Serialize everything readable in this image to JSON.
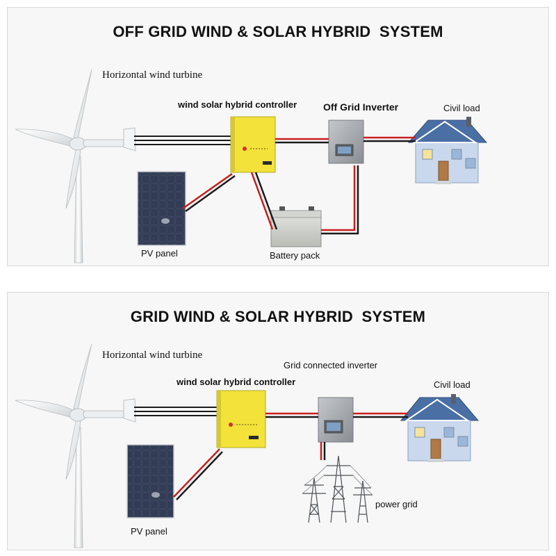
{
  "top_diagram": {
    "title": "OFF GRID WIND & SOLAR HYBRID  SYSTEM",
    "labels": {
      "turbine": "Horizontal wind turbine",
      "controller": "wind solar hybrid controller",
      "inverter": "Off Grid Inverter",
      "load": "Civil load",
      "pv": "PV panel",
      "battery": "Battery pack"
    }
  },
  "bottom_diagram": {
    "title": "GRID WIND & SOLAR HYBRID  SYSTEM",
    "labels": {
      "turbine": "Horizontal wind turbine",
      "controller": "wind solar hybrid controller",
      "inverter": "Grid connected inverter",
      "load": "Civil load",
      "pv": "PV panel",
      "grid": "power grid"
    }
  },
  "colors": {
    "controller_yellow": "#f2e23a",
    "inverter_gray": "#9a9ea3",
    "wire_red": "#c81e1e",
    "wire_black": "#1a1a1a",
    "pv_blue": "#2a3246",
    "roof_blue": "#4a6fa5",
    "wall_blue": "#c9d8ec"
  }
}
